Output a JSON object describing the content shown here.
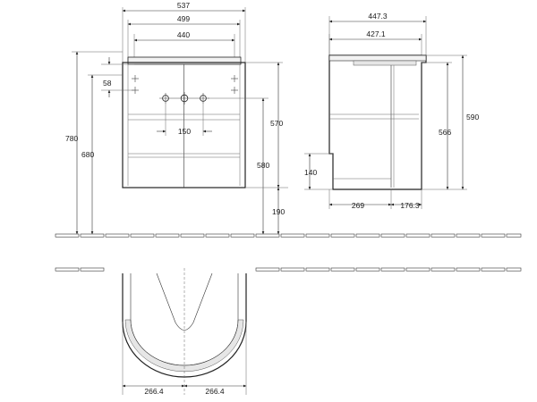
{
  "front_view": {
    "width_overall": "537",
    "width_body": "499",
    "width_inner": "440",
    "height_total": "780",
    "height_to_bottom": "680",
    "offset_top": "58",
    "hole_spacing": "150",
    "height_drain": "570",
    "height_cabinet": "580",
    "height_floor_gap": "190"
  },
  "side_view": {
    "depth_overall": "447.3",
    "depth_body": "427.1",
    "height_cabinet": "590",
    "height_inner": "566",
    "cutout_height": "140",
    "cutout_depth": "269",
    "front_depth": "176.3"
  },
  "top_view": {
    "half_width_left": "266.4",
    "half_width_right": "266.4"
  }
}
